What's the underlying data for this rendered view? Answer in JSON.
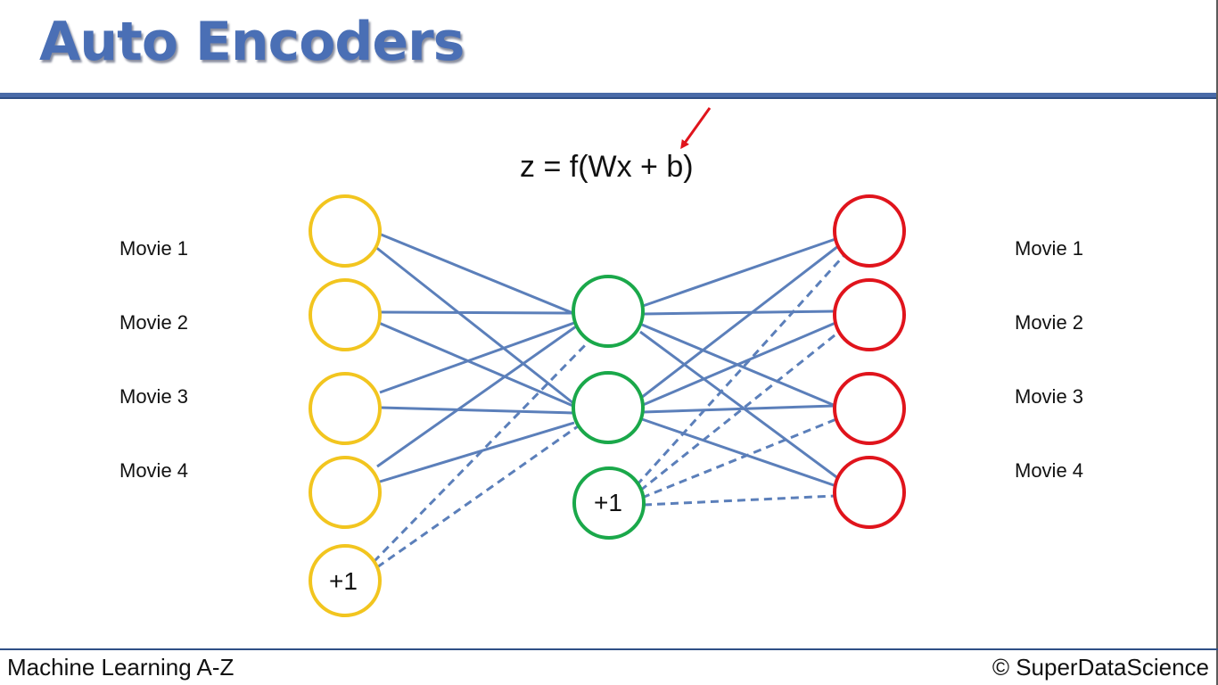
{
  "title": "Auto Encoders",
  "formula": "z = f(Wx + b)",
  "input_labels": [
    "Movie 1",
    "Movie 2",
    "Movie 3",
    "Movie 4"
  ],
  "output_labels": [
    "Movie 1",
    "Movie 2",
    "Movie 3",
    "Movie 4"
  ],
  "input_bias_label": "+1",
  "hidden_bias_label": "+1",
  "footer": {
    "left": "Machine Learning A-Z",
    "right": "© SuperDataScience"
  },
  "colors": {
    "title": "#4a6fb5",
    "input_node": "#f2c51f",
    "hidden_node": "#1aa84a",
    "output_node": "#e0141c",
    "connection": "#5b7fba",
    "arrow": "#e0141c"
  }
}
